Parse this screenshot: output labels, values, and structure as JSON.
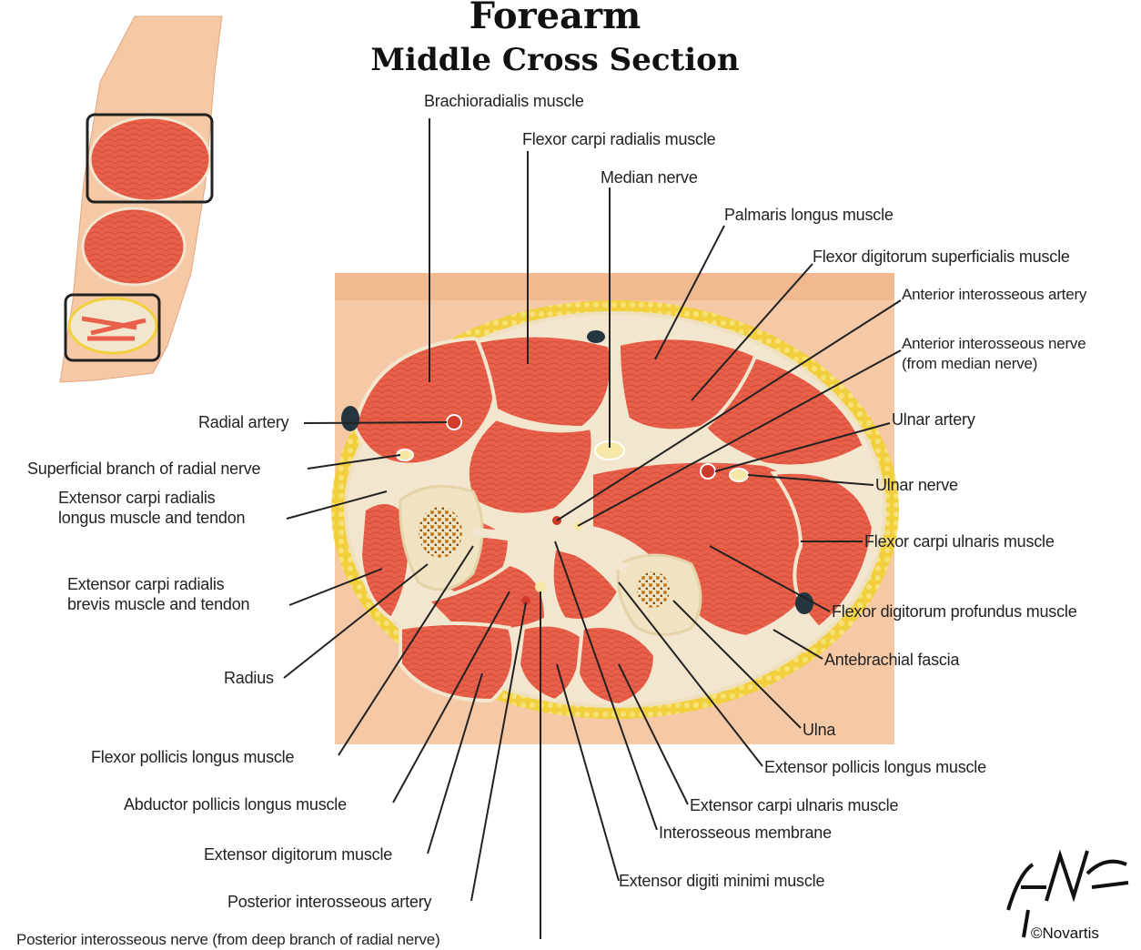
{
  "title": "Forearm",
  "subtitle": "Middle Cross Section",
  "labels": {
    "brachioradialis": "Brachioradialis muscle",
    "flexor_carpi_radialis": "Flexor carpi radialis muscle",
    "median_nerve": "Median nerve",
    "palmaris_longus": "Palmaris longus muscle",
    "fds": "Flexor digitorum superficialis muscle",
    "ant_interosseous_artery": "Anterior interosseous artery",
    "ant_interosseous_nerve": "Anterior interosseous nerve\n(from median nerve)",
    "ulnar_artery": "Ulnar artery",
    "ulnar_nerve": "Ulnar nerve",
    "fcu": "Flexor carpi ulnaris muscle",
    "fdp": "Flexor digitorum profundus muscle",
    "antebrachial_fascia": "Antebrachial fascia",
    "ulna": "Ulna",
    "epl": "Extensor pollicis longus muscle",
    "ecu": "Extensor carpi ulnaris muscle",
    "interosseous_membrane": "Interosseous membrane",
    "edm": "Extensor digiti minimi muscle",
    "radial_artery": "Radial artery",
    "superficial_radial_nerve": "Superficial branch of radial nerve",
    "ecrl": "Extensor carpi radialis\nlongus muscle and tendon",
    "ecrb": "Extensor carpi radialis\nbrevis muscle and tendon",
    "radius": "Radius",
    "fpl": "Flexor pollicis longus muscle",
    "apl": "Abductor pollicis longus muscle",
    "ed": "Extensor digitorum muscle",
    "post_interosseous_artery": "Posterior interosseous artery",
    "post_interosseous_nerve": "Posterior interosseous nerve (from deep branch of radial nerve)"
  },
  "credit": "©Novartis",
  "colors": {
    "muscle": "#e8604a",
    "muscle_dark": "#c9412e",
    "fascia": "#f3e6cf",
    "fat": "#f2cf3c",
    "skin": "#f5c9a6",
    "bone": "#efe3c2",
    "marrow": "#d68a2c",
    "leader": "#222222"
  }
}
